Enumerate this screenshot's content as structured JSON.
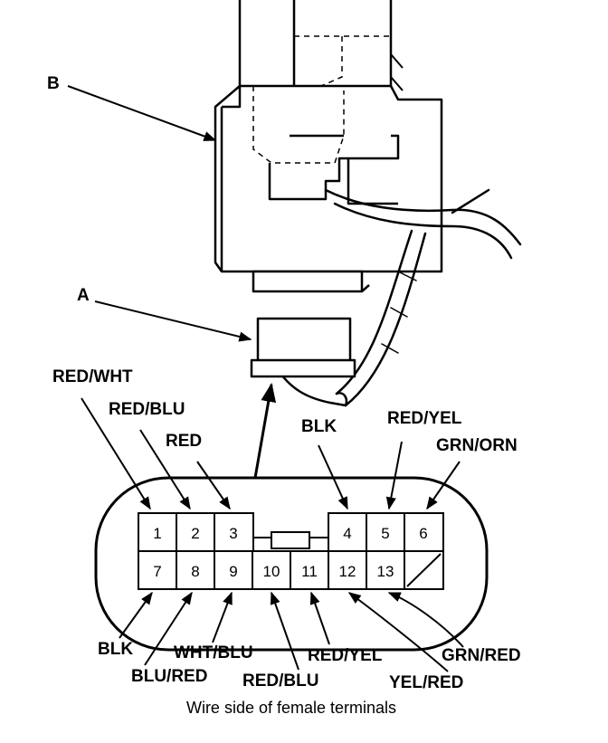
{
  "callouts": {
    "a": "A",
    "b": "B"
  },
  "caption": "Wire side of female terminals",
  "pins": [
    "1",
    "2",
    "3",
    "4",
    "5",
    "6",
    "7",
    "8",
    "9",
    "10",
    "11",
    "12",
    "13"
  ],
  "wires": {
    "p1": "RED/WHT",
    "p2": "RED/BLU",
    "p3": "RED",
    "p4": "BLK",
    "p5": "RED/YEL",
    "p6": "GRN/ORN",
    "p7": "BLK",
    "p8": "BLU/RED",
    "p9": "WHT/BLU",
    "p10": "RED/BLU",
    "p11": "RED/YEL",
    "p12": "YEL/RED",
    "p13": "GRN/RED"
  },
  "colors": {
    "ink": "#000000",
    "paper": "#ffffff"
  }
}
